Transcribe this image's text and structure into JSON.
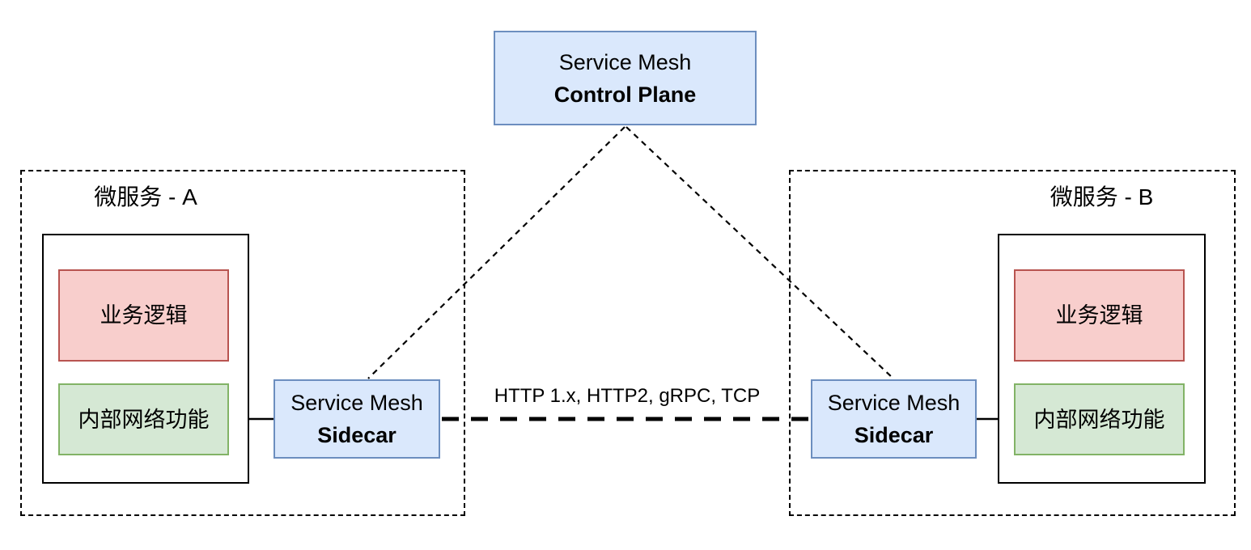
{
  "control_plane": {
    "line1": "Service Mesh",
    "line2": "Control Plane"
  },
  "connection": {
    "label": "HTTP 1.x, HTTP2, gRPC, TCP"
  },
  "services": [
    {
      "title": "微服务 - A",
      "business_logic_label": "业务逻辑",
      "internal_network_label": "内部网络功能",
      "sidecar": {
        "line1": "Service Mesh",
        "line2": "Sidecar"
      }
    },
    {
      "title": "微服务 - B",
      "business_logic_label": "业务逻辑",
      "internal_network_label": "内部网络功能",
      "sidecar": {
        "line1": "Service Mesh",
        "line2": "Sidecar"
      }
    }
  ],
  "palette": {
    "blue_fill": "#dae8fc",
    "blue_stroke": "#6c8ebf",
    "red_fill": "#f8cecc",
    "red_stroke": "#b85450",
    "green_fill": "#d5e8d4",
    "green_stroke": "#82b366",
    "line_color": "#000000"
  }
}
